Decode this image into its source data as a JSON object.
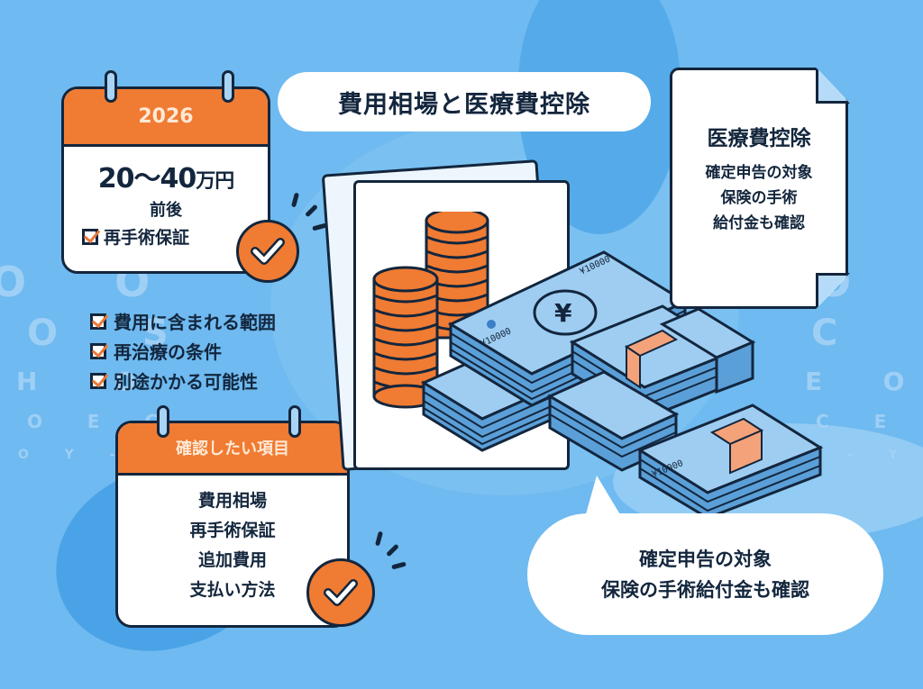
{
  "title": "費用相場と医療費控除",
  "calendar_cost": {
    "year": "2026",
    "price": "20〜40",
    "price_unit": "万円",
    "price_note": "前後",
    "check_label": "再手術保証"
  },
  "checklist": {
    "items": [
      {
        "label": "費用に含まれる範囲",
        "checked": true
      },
      {
        "label": "再治療の条件",
        "checked": true
      },
      {
        "label": "別途かかる可能性",
        "checked": true
      }
    ]
  },
  "calendar_confirm": {
    "header": "確認したい項目",
    "items": [
      "費用相場",
      "再手術保証",
      "追加費用",
      "支払い方法"
    ]
  },
  "deduction_doc": {
    "title": "医療費控除",
    "lines": [
      "確定申告の対象",
      "保険の手術",
      "給付金も確認"
    ]
  },
  "speech_bubble": {
    "lines": [
      "確定申告の対象",
      "保険の手術給付金も確認"
    ]
  },
  "illustration": {
    "banknote_label": "¥10000",
    "currency_symbol": "¥"
  },
  "eye_chart": {
    "left_rows": [
      "O  O",
      "O  S",
      "H  O",
      "O  E  C",
      "O  Y  -"
    ],
    "right_rows": [
      "O  C",
      "C  O",
      "E  O  H",
      "C  E  O",
      "-  Y  O"
    ]
  },
  "colors": {
    "background": "#6fbaf0",
    "accent_orange": "#f07b33",
    "outline_navy": "#13263d",
    "bill_blue": "#9fcdf2",
    "white": "#ffffff"
  }
}
